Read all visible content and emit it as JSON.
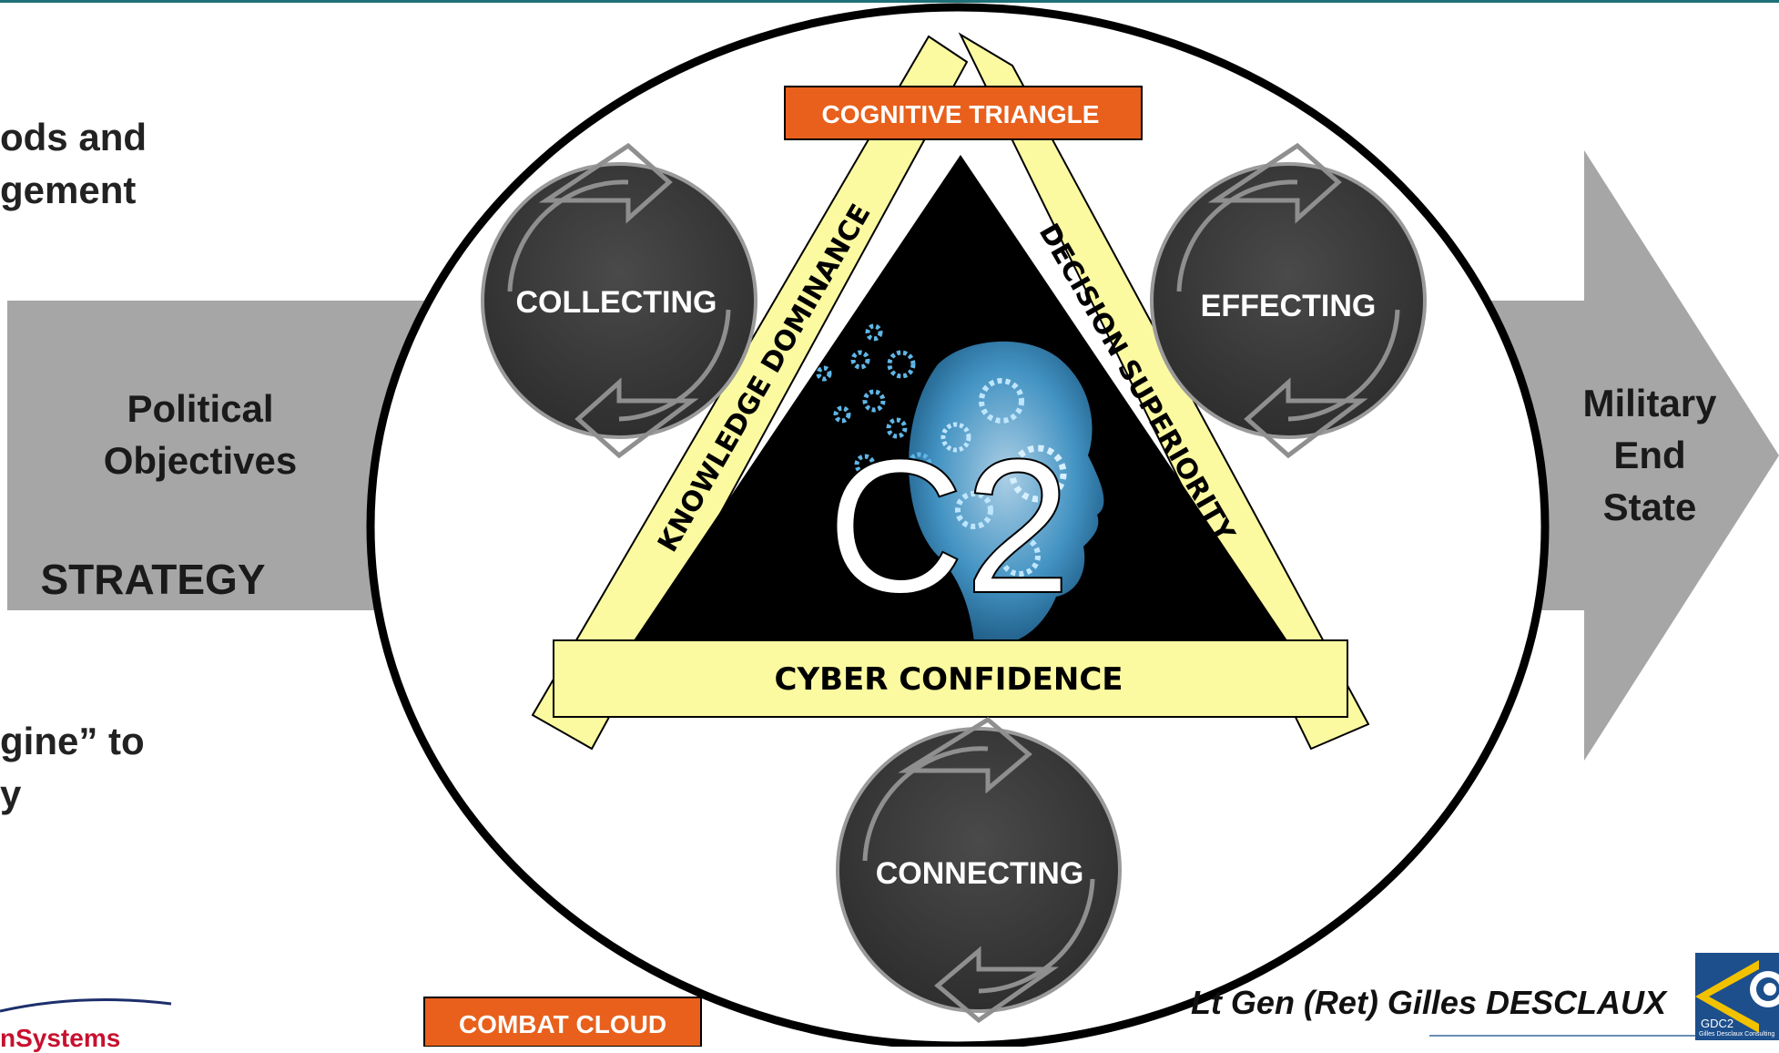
{
  "left_text": {
    "line1": "ods and",
    "line2": "gement",
    "line3": "gine” to",
    "line4": "y",
    "logo": "nSystems"
  },
  "arrow": {
    "start_label_line1": "Political",
    "start_label_line2": "Objectives",
    "strategy_label": "STRATEGY",
    "end_label_line1": "Military",
    "end_label_line2": "End",
    "end_label_line3": "State"
  },
  "cycles": {
    "collecting": "COLLECTING",
    "effecting": "EFFECTING",
    "connecting": "CONNECTING"
  },
  "triangle": {
    "title": "COGNITIVE TRIANGLE",
    "left_side": "KNOWLEDGE DOMINANCE",
    "right_side": "DECISION SUPERIORITY",
    "base": "CYBER CONFIDENCE",
    "center": "C2"
  },
  "combat_cloud": "COMBAT CLOUD",
  "author": "Lt Gen (Ret) Gilles DESCLAUX",
  "logo_right": {
    "name": "GDC2",
    "subtitle": "Gilles Desclaux Consulting"
  },
  "colors": {
    "arrow": "#a6a6a6",
    "orange": "#e8601c",
    "triangle_yellow": "#fbfaa0",
    "cycle_dark": "#3d3d3d",
    "gear_blue": "#4aa3d8"
  }
}
